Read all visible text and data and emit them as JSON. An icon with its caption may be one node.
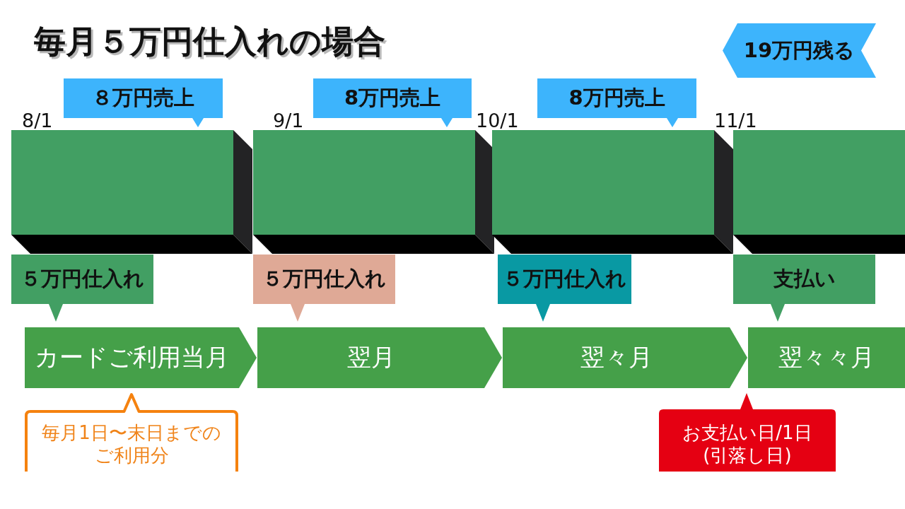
{
  "diagram": {
    "title": "毎月５万円仕入れの場合",
    "nodes": [
      {
        "text": [
          "19万円残る"
        ]
      },
      {
        "text": [
          "８万円売上"
        ]
      },
      {
        "text": [
          "8万円売上"
        ]
      },
      {
        "text": [
          "8万円売上"
        ]
      },
      {
        "text": [],
        "shape": "box",
        "beside": [
          "8/1"
        ]
      },
      {
        "text": [],
        "shape": "box",
        "beside": [
          "9/1"
        ]
      },
      {
        "text": [],
        "shape": "box",
        "beside": [
          "10/1"
        ]
      },
      {
        "text": [],
        "shape": "box",
        "beside": [
          "11/1"
        ]
      },
      {
        "text": [
          "５万円仕入れ"
        ]
      },
      {
        "text": [
          "５万円仕入れ"
        ]
      },
      {
        "text": [
          "５万円仕入れ"
        ]
      },
      {
        "text": [
          "支払い"
        ]
      },
      {
        "text": [
          "カードご利用当月"
        ]
      },
      {
        "text": [
          "翌月"
        ]
      },
      {
        "text": [
          "翌々月"
        ]
      },
      {
        "text": [
          "翌々々月"
        ]
      },
      {
        "text": [
          "毎月1日〜末日までのご利用分"
        ]
      },
      {
        "text": [
          "お支払い日/1日(引落し日)"
        ]
      }
    ]
  }
}
